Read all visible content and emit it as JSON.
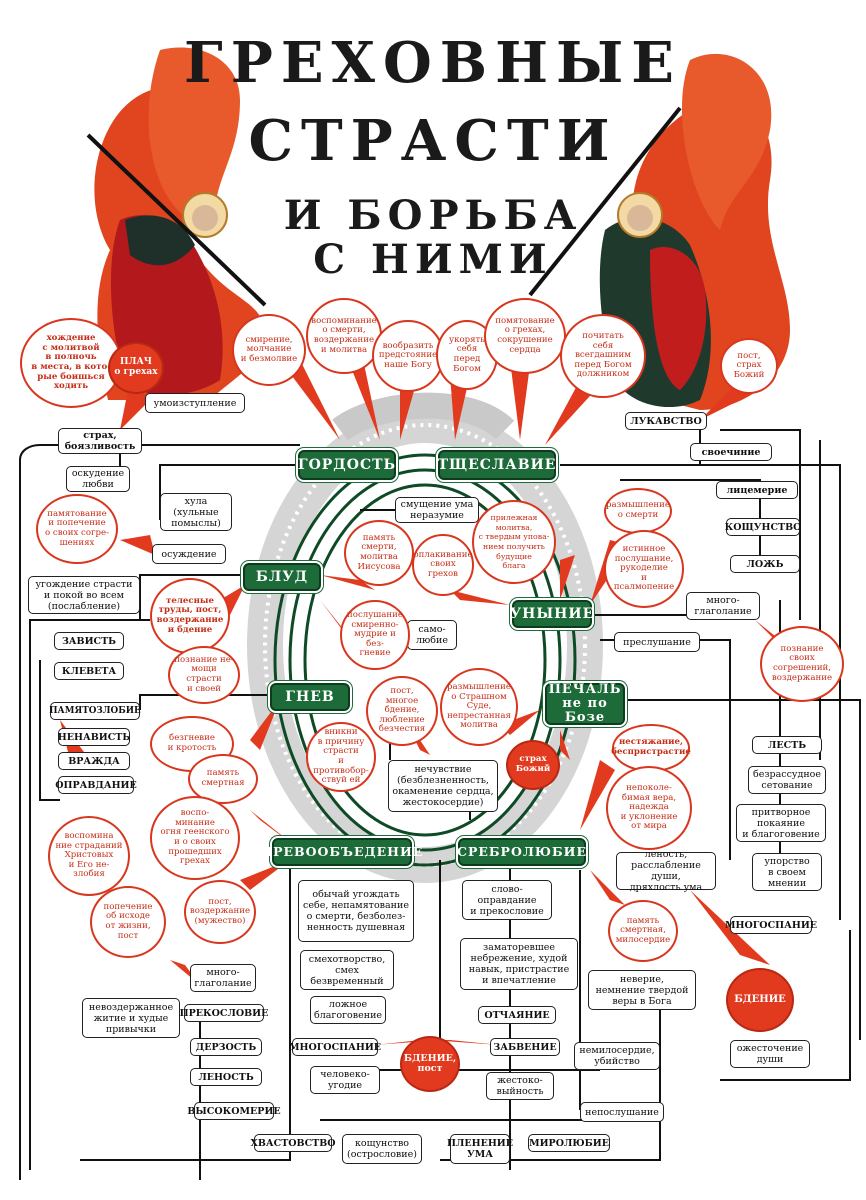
{
  "title": {
    "line1": "ГРЕХОВНЫЕ",
    "line2": "СТРАСТИ",
    "line3": "И БОРЬБА",
    "line4": "С НИМИ"
  },
  "colors": {
    "passion": "#1e6b3a",
    "virtue": "#d9361e",
    "vice_border": "#222222"
  },
  "passions": {
    "pride": "ГОРДОСТЬ",
    "vainglory": "ТЩЕСЛАВИЕ",
    "lust": "БЛУД",
    "despondency": "УНЫНИЕ",
    "anger": "ГНЕВ",
    "sorrow": "ПЕЧАЛЬ\nне по Бозе",
    "gluttony": "ЧРЕВООБЪЕДЕНИЕ",
    "avarice": "СРЕБРОЛЮБИЕ"
  },
  "vices": {
    "umoizstuplenie": "умоизступление",
    "strah": "страх,\nбоязливость",
    "osuzhdenie_lubvi": "оскудение\nлюбви",
    "hula": "хула\n(хульные\nпомыслы)",
    "osuzhdenie": "осуждение",
    "smushchenie": "смущение ума\nнеразумие",
    "ugozhdenie": "угождение страсти\nи покой во всем\n(послабление)",
    "zavist": "ЗАВИСТЬ",
    "kleveta": "КЛЕВЕТА",
    "samolubie": "само-\nлюбие",
    "pamyatozlobie": "ПАМЯТОЗЛОБИЕ",
    "nenavist": "НЕНАВИСТЬ",
    "vrazhda": "ВРАЖДА",
    "opravdanie": "ОПРАВДАНИЕ",
    "nechuvstvie": "нечувствие\n(безблезненность,\nокаменение сердца,\nжестокосердие)",
    "lukavstvo": "ЛУКАВСТВО",
    "svoechinie": "своечиние",
    "licemerie": "лицемерие",
    "koshchunstvo": "КОЩУНСТВО",
    "lozh": "ЛОЖЬ",
    "mnogoglagolanie": "много-\nглаголание",
    "preslushanie": "преслушание",
    "lest": "ЛЕСТЬ",
    "bezrassudnoe": "безрассудное\nсетование",
    "pritvornoe": "притворное\nпокаяние\nи благоговение",
    "uporstvo": "упорство\nв своем\nмнении",
    "lenost_rasslablenie": "леность,\nрасслабление души,\nдряхлость ума",
    "mnogospanie_r": "МНОГОСПАНИЕ",
    "obychai": "обычай угождать\nсебе, непамятование\nо смерти, безболез-\nненность душевная",
    "slovo_opravdanie": "слово-\nоправдание\nи прекословие",
    "smehotvorstvo": "смехотворство,\nсмех\nбезвременный",
    "zamatorevshee": "заматоревшее\nнебрежение, худой\nнавык, пристрастие\nи впечатление",
    "mnogoglagolanie_l": "много-\nглаголание",
    "nevozderzhannoe": "невоздержанное\nжитие и худые\nпривычки",
    "prekoslovie": "ПРЕКОСЛОВИЕ",
    "derzost": "ДЕРЗОСТЬ",
    "lenost": "ЛЕНОСТЬ",
    "lozhnoe": "ложное\nблагоговение",
    "otchayanie": "ОТЧАЯНИЕ",
    "mnogospanie": "МНОГОСПАНИЕ",
    "zabvenie": "ЗАБВЕНИЕ",
    "neverie": "неверие,\nнемнение твердой\nверы в Бога",
    "nemiloserdie": "немилосердие,\nубийство",
    "chelovekougodie": "человеко-\nугодие",
    "zhestokovyinost": "жестоко-\nвыйность",
    "neposlushanie": "непослушание",
    "ozhestochenie": "ожесточение\nдуши",
    "vysokomerie": "ВЫСОКОМЕРИЕ",
    "hvastovstvo": "ХВАСТОВСТВО",
    "koshchunstvo_b": "кощунство\n(острословие)",
    "plenenie": "ПЛЕНЕНИЕ\nУМА",
    "mirolubie": "МИРОЛЮБИЕ"
  },
  "virtues": {
    "hozhdenie": "хождение\nс молитвой\nв полночь\nв места, в кото-\nрые боишься\nходить",
    "plach": "ПЛАЧ\nо грехах",
    "smirenie": "смирение,\nмолчание\nи безмолвие",
    "vospominanie_smerti": "воспоминание\nо смерти,\nвоздержание\nи молитва",
    "voobrazit": "вообразить\nпредстояние\nнаше Богу",
    "ukoryat": "укорять\nсебя\nперед\nБогом",
    "pomyatovanie": "помятование\nо грехах,\nсокрушение\nсердца",
    "pochitat": "почитать\nсебя\nвсегдашним\nперед Богом\nдолжником",
    "post_strah": "пост,\nстрах\nБожий",
    "pamyatovanie_sogr": "памятование\nи попечение\nо своих согре-\nшениях",
    "pamyat_smerti": "память\nсмерти,\nмолитва\nИисусова",
    "oplakivanie": "оплакивание\nсвоих\nгрехов",
    "prilezhnaya": "прилежная\nмолитва,\nс твердым упова-\nнием получить\nбудущие\nблага",
    "razmyshlenie_smerti": "размышление\nо смерти",
    "istinnoe": "истинное\nпослушание,\nрукоделие\nи псалмопение",
    "telesnye": "телесные\nтруды, пост,\nвоздержание\nи бдение",
    "poslushanie": "послушание\nсмиренно-\nмудрие и без-\nгневие",
    "poznanie_nemoshchi": "познание не-\nмощи страсти\nи своей",
    "poznanie_sogr": "познание\nсвоих\nсогрешений,\nвоздержание",
    "post_mnogoe": "пост,\nмногое бдение,\nлюбление\nбезчестия",
    "razmyshlenie_sud": "размышление\nо Страшном\nСуде,\nнепрестанная\nмолитва",
    "bezgnevie": "безгневие\nи кротость",
    "vniknut": "вникни\nв причину\nстрасти\nи противобор-\nствуй ей",
    "strah_bozhiy": "страх\nБожий",
    "nestyazhanie": "нестяжание,\nбеспристрастие",
    "nepokolebimaya": "непоколе-\nбимая вера,\nнадежда\nи уклонение\nот мира",
    "vospominanie_stradaniy": "воспомина\nние страданий\nХристовых\nи Его не-\nзлобия",
    "pamyat_smertnaya": "память\nсмертная",
    "vospominanie_ognya": "воспо-\nминание\nогня геенского\nи о своих\nпрошедших\nгрехах",
    "popechenie": "попечение\nоб исходе\nот жизни,\nпост",
    "post_vozderzhanie": "пост,\nвоздержание\n(мужество)",
    "pamyat_miloserdie": "память\nсмертная,\nмилосердие",
    "bdenie": "БДЕНИЕ",
    "bdenie_post": "БДЕНИЕ,\nпост"
  }
}
